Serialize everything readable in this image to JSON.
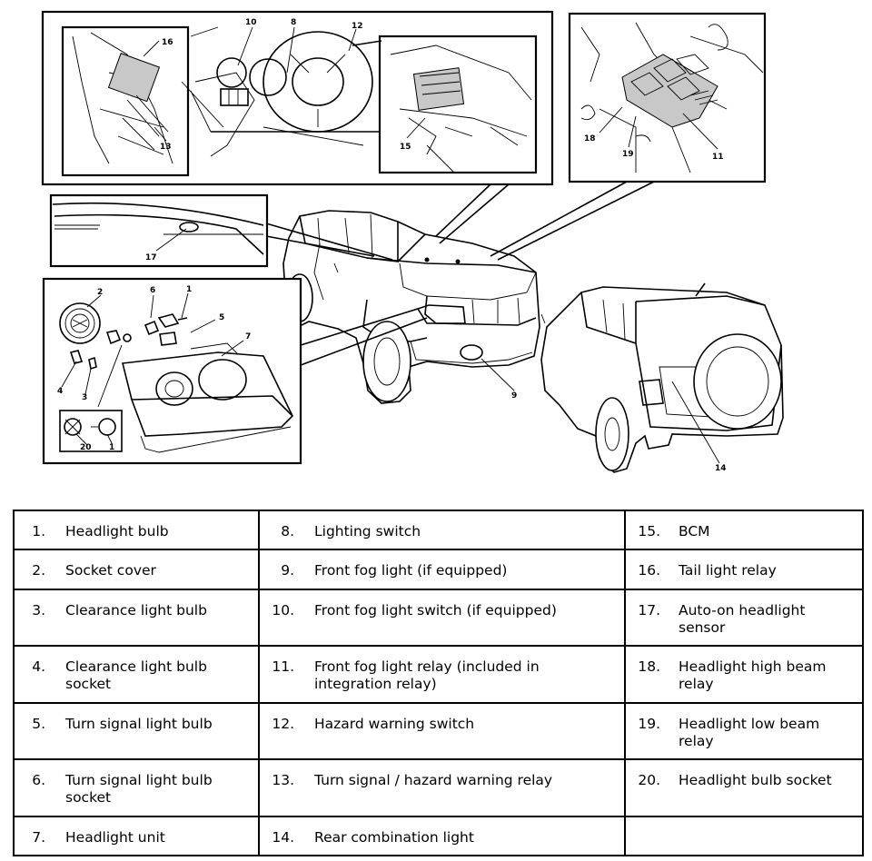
{
  "callouts": [
    "1",
    "2",
    "3",
    "4",
    "5",
    "6",
    "7",
    "8",
    "9",
    "10",
    "11",
    "12",
    "13",
    "14",
    "15",
    "16",
    "17",
    "18",
    "19",
    "20"
  ],
  "legend": {
    "rows": [
      [
        {
          "num": "1.",
          "text": "Headlight bulb"
        },
        {
          "num": "8.",
          "text": "Lighting switch"
        },
        {
          "num": "15.",
          "text": "BCM"
        }
      ],
      [
        {
          "num": "2.",
          "text": "Socket cover"
        },
        {
          "num": "9.",
          "text": "Front fog light (if equipped)"
        },
        {
          "num": "16.",
          "text": "Tail light relay"
        }
      ],
      [
        {
          "num": "3.",
          "text": "Clearance light bulb"
        },
        {
          "num": "10.",
          "text": "Front fog light switch (if equipped)"
        },
        {
          "num": "17.",
          "text": "Auto-on headlight sensor"
        }
      ],
      [
        {
          "num": "4.",
          "text": "Clearance light bulb socket"
        },
        {
          "num": "11.",
          "text": "Front fog light relay (included in integration relay)"
        },
        {
          "num": "18.",
          "text": "Headlight high beam relay"
        }
      ],
      [
        {
          "num": "5.",
          "text": "Turn signal light bulb"
        },
        {
          "num": "12.",
          "text": "Hazard warning switch"
        },
        {
          "num": "19.",
          "text": "Headlight low beam relay"
        }
      ],
      [
        {
          "num": "6.",
          "text": "Turn signal light bulb socket"
        },
        {
          "num": "13.",
          "text": "Turn signal / hazard warning relay"
        },
        {
          "num": "20.",
          "text": "Headlight bulb socket"
        }
      ],
      [
        {
          "num": "7.",
          "text": "Headlight unit"
        },
        {
          "num": "14.",
          "text": "Rear combination light"
        },
        {
          "num": "",
          "text": ""
        }
      ]
    ]
  }
}
